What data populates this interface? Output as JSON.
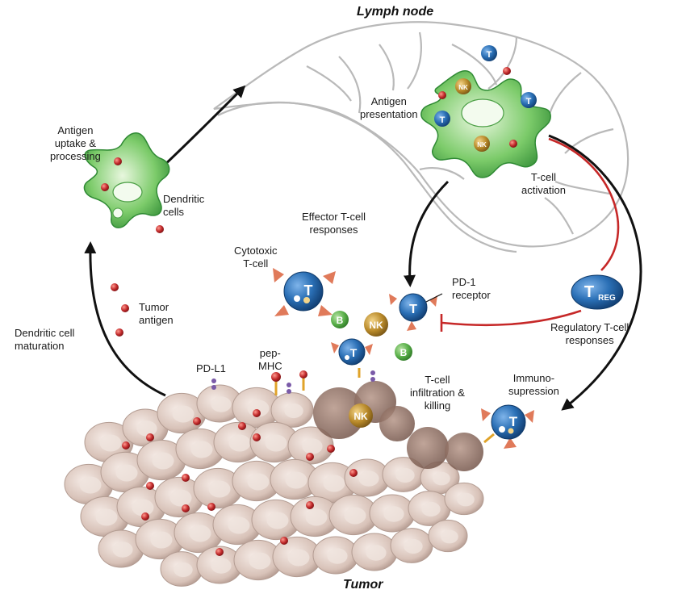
{
  "titles": {
    "lymph_node": "Lymph node",
    "tumor": "Tumor"
  },
  "labels": {
    "antigen_uptake": "Antigen\nuptake &\nprocessing",
    "dendritic_cells": "Dendritic\ncells",
    "antigen_presentation": "Antigen\npresentation",
    "t_cell_activation": "T-cell\nactivation",
    "effector_responses": "Effector T-cell\nresponses",
    "cytotoxic_t_cell": "Cytotoxic\nT-cell",
    "pd1_receptor": "PD-1\nreceptor",
    "tumor_antigen": "Tumor\nantigen",
    "dc_maturation": "Dendritic cell\nmaturation",
    "regulatory_responses": "Regulatory T-cell\nresponses",
    "pd_l1": "PD-L1",
    "pep_mhc": "pep-\nMHC",
    "infiltration": "T-cell\ninfiltration &\nkilling",
    "immunosupression": "Immuno-\nsupression"
  },
  "cell_letters": {
    "t": "T",
    "nk": "NK",
    "b": "B",
    "reg": "REG"
  },
  "colors": {
    "t_cell": "#2a6fb5",
    "b_cell": "#5ab04a",
    "nk_cell": "#b98a2a",
    "dendritic": "#4bb04f",
    "treg": "#1f5c9c",
    "inhibition": "#c62828",
    "antigen": "#c0282a",
    "tumor": "#dcc8c0"
  }
}
